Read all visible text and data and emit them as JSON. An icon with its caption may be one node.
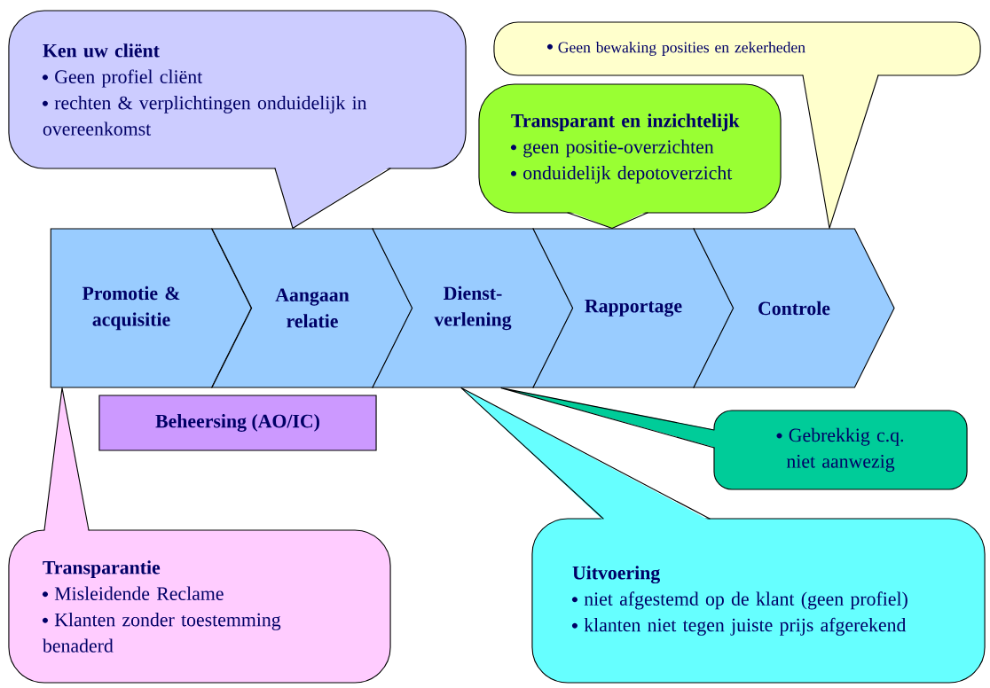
{
  "diagram": {
    "nodes": [
      {
        "text": [
          "Ken uw cliënt",
          "Geen profiel cliënt",
          "rechten & verplichtingen onduidelijk in overeenkomst"
        ]
      },
      {
        "text": [
          "Geen bewaking posities en zekerheden"
        ]
      },
      {
        "text": [
          "Transparant en inzichtelijk",
          "geen positie-overzichten",
          "onduidelijk depotoverzicht"
        ]
      },
      {
        "text": [
          "Promotie & acquisitie"
        ]
      },
      {
        "text": [
          "Aangaan relatie"
        ]
      },
      {
        "text": [
          "Dienst- verlening"
        ]
      },
      {
        "text": [
          "Rapportage"
        ]
      },
      {
        "text": [
          "Controle"
        ]
      },
      {
        "text": [
          "Beheersing (AO/IC)"
        ]
      },
      {
        "text": [
          "Gebrekkig c.q. niet aanwezig"
        ]
      },
      {
        "text": [
          "Transparantie",
          "Misleidende Reclame",
          "Klanten zonder toestemming benaderd"
        ]
      },
      {
        "text": [
          "Uitvoering",
          "niet afgestemd op de klant (geen profiel)",
          "klanten niet tegen juiste prijs afgerekend"
        ]
      }
    ],
    "edges": [
      {
        "from": 0,
        "to": 4,
        "arrow": "none"
      },
      {
        "from": 1,
        "to": 7,
        "arrow": "none"
      },
      {
        "from": 2,
        "to": 6,
        "arrow": "none"
      },
      {
        "from": 10,
        "to": 3,
        "arrow": "none"
      },
      {
        "from": 9,
        "to": 5,
        "arrow": "none"
      },
      {
        "from": 11,
        "to": 5,
        "arrow": "none"
      }
    ]
  }
}
